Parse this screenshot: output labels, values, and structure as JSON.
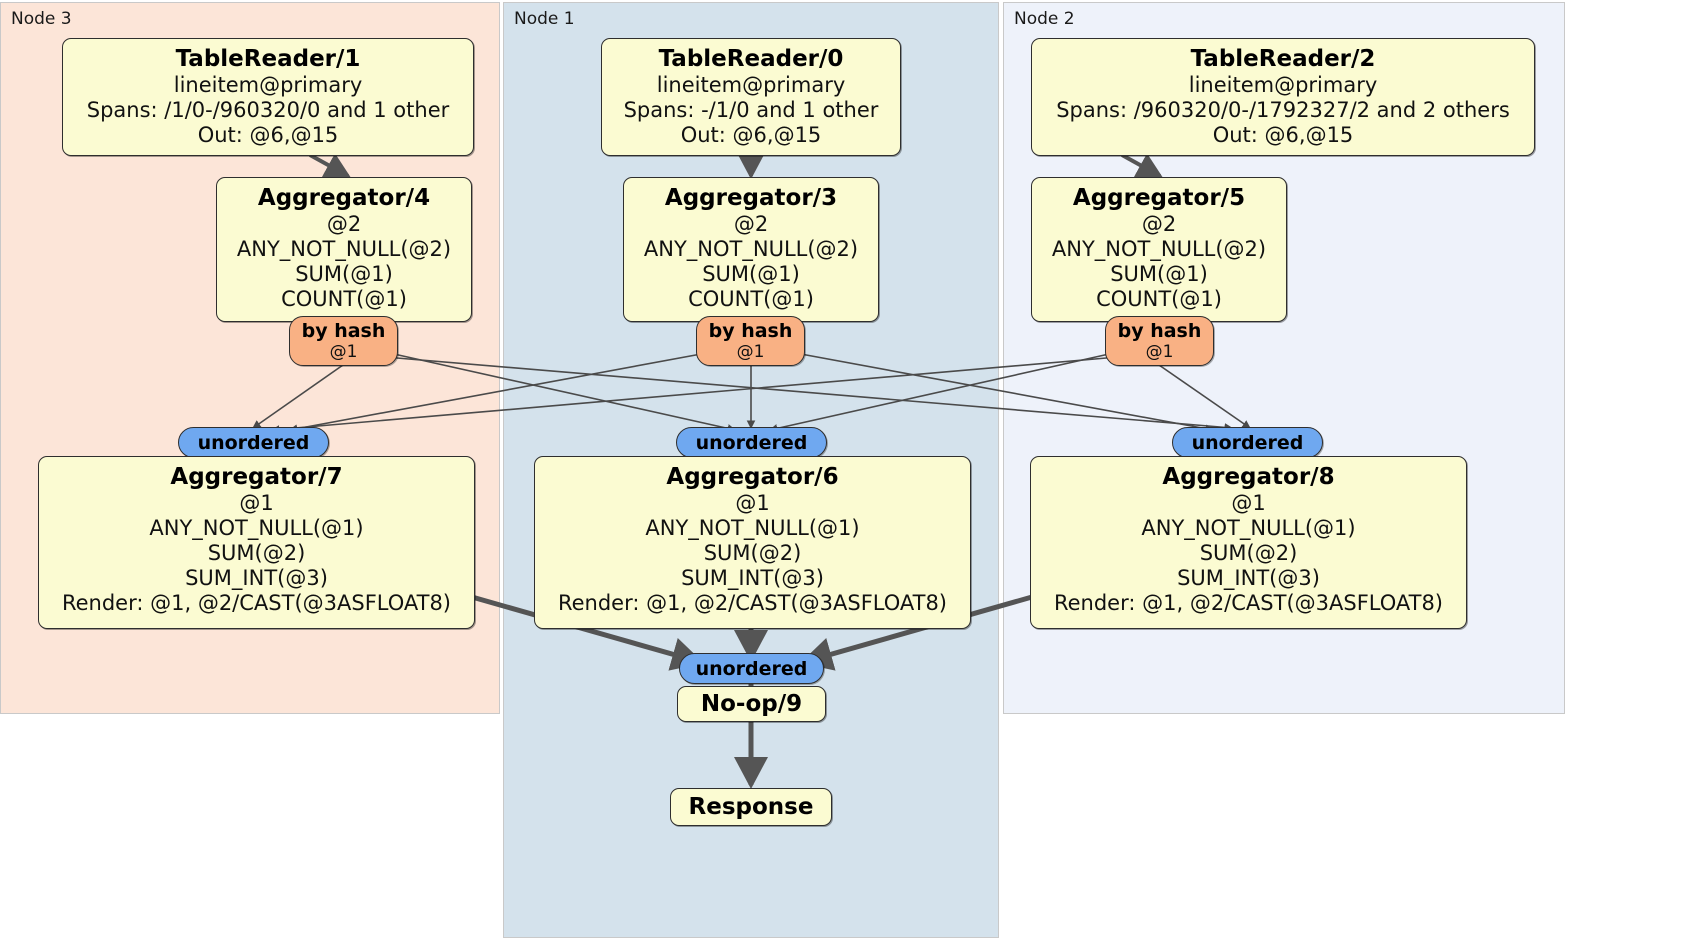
{
  "diagram": {
    "type": "distributed-query-plan",
    "title": "",
    "colors": {
      "node3_panel": "#fce5d8",
      "node1_panel": "#d4e2ec",
      "node2_panel": "#eef2fa",
      "processor_box": "#fbfbd2",
      "hash_router": "#f9b184",
      "unordered_stream": "#6fa8f0",
      "edge": "#555555",
      "border": "#2e2e2e"
    }
  },
  "panels": [
    {
      "id": "node3",
      "label": "Node 3"
    },
    {
      "id": "node1",
      "label": "Node 1"
    },
    {
      "id": "node2",
      "label": "Node 2"
    }
  ],
  "processors": {
    "table_reader_1": {
      "title": "TableReader/1",
      "lines": [
        "lineitem@primary",
        "Spans: /1/0-/960320/0 and 1 other",
        "Out: @6,@15"
      ]
    },
    "table_reader_0": {
      "title": "TableReader/0",
      "lines": [
        "lineitem@primary",
        "Spans: -/1/0 and 1 other",
        "Out: @6,@15"
      ]
    },
    "table_reader_2": {
      "title": "TableReader/2",
      "lines": [
        "lineitem@primary",
        "Spans: /960320/0-/1792327/2 and 2 others",
        "Out: @6,@15"
      ]
    },
    "aggregator_4": {
      "title": "Aggregator/4",
      "lines": [
        "@2",
        "ANY_NOT_NULL(@2)",
        "SUM(@1)",
        "COUNT(@1)"
      ]
    },
    "aggregator_3": {
      "title": "Aggregator/3",
      "lines": [
        "@2",
        "ANY_NOT_NULL(@2)",
        "SUM(@1)",
        "COUNT(@1)"
      ]
    },
    "aggregator_5": {
      "title": "Aggregator/5",
      "lines": [
        "@2",
        "ANY_NOT_NULL(@2)",
        "SUM(@1)",
        "COUNT(@1)"
      ]
    },
    "aggregator_7": {
      "title": "Aggregator/7",
      "lines": [
        "@1",
        "ANY_NOT_NULL(@1)",
        "SUM(@2)",
        "SUM_INT(@3)",
        "Render: @1, @2/CAST(@3ASFLOAT8)"
      ]
    },
    "aggregator_6": {
      "title": "Aggregator/6",
      "lines": [
        "@1",
        "ANY_NOT_NULL(@1)",
        "SUM(@2)",
        "SUM_INT(@3)",
        "Render: @1, @2/CAST(@3ASFLOAT8)"
      ]
    },
    "aggregator_8": {
      "title": "Aggregator/8",
      "lines": [
        "@1",
        "ANY_NOT_NULL(@1)",
        "SUM(@2)",
        "SUM_INT(@3)",
        "Render: @1, @2/CAST(@3ASFLOAT8)"
      ]
    },
    "noop_9": {
      "title": "No-op/9",
      "lines": []
    },
    "response": {
      "title": "Response",
      "lines": []
    }
  },
  "routers": {
    "hash_left": {
      "type": "by hash",
      "column": "@1"
    },
    "hash_center": {
      "type": "by hash",
      "column": "@1"
    },
    "hash_right": {
      "type": "by hash",
      "column": "@1"
    }
  },
  "streams": {
    "unordered_left": {
      "label": "unordered"
    },
    "unordered_center": {
      "label": "unordered"
    },
    "unordered_right": {
      "label": "unordered"
    },
    "unordered_final": {
      "label": "unordered"
    }
  }
}
